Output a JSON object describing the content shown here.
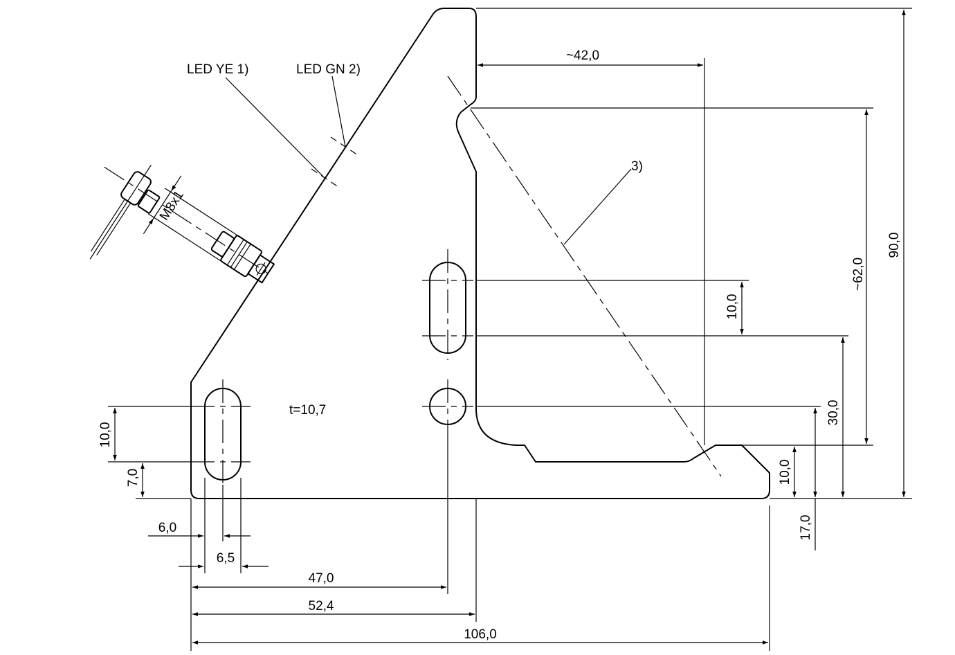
{
  "labels": {
    "led_ye": "LED YE 1)",
    "led_gn": "LED GN 2)",
    "note_3": "3)",
    "thickness": "t=10,7",
    "thread": "M8x1"
  },
  "dimensions": {
    "width_42": "~42,0",
    "height_90": "90,0",
    "height_62": "~62,0",
    "slot_spacing_10": "10,0",
    "height_30": "30,0",
    "height_17": "17,0",
    "foot_10": "10,0",
    "left_slot_10": "10,0",
    "left_slot_7": "7,0",
    "slot_width_6": "6,0",
    "slot_offset_6_5": "6,5",
    "len_47": "47,0",
    "len_52_4": "52,4",
    "len_106": "106,0"
  }
}
